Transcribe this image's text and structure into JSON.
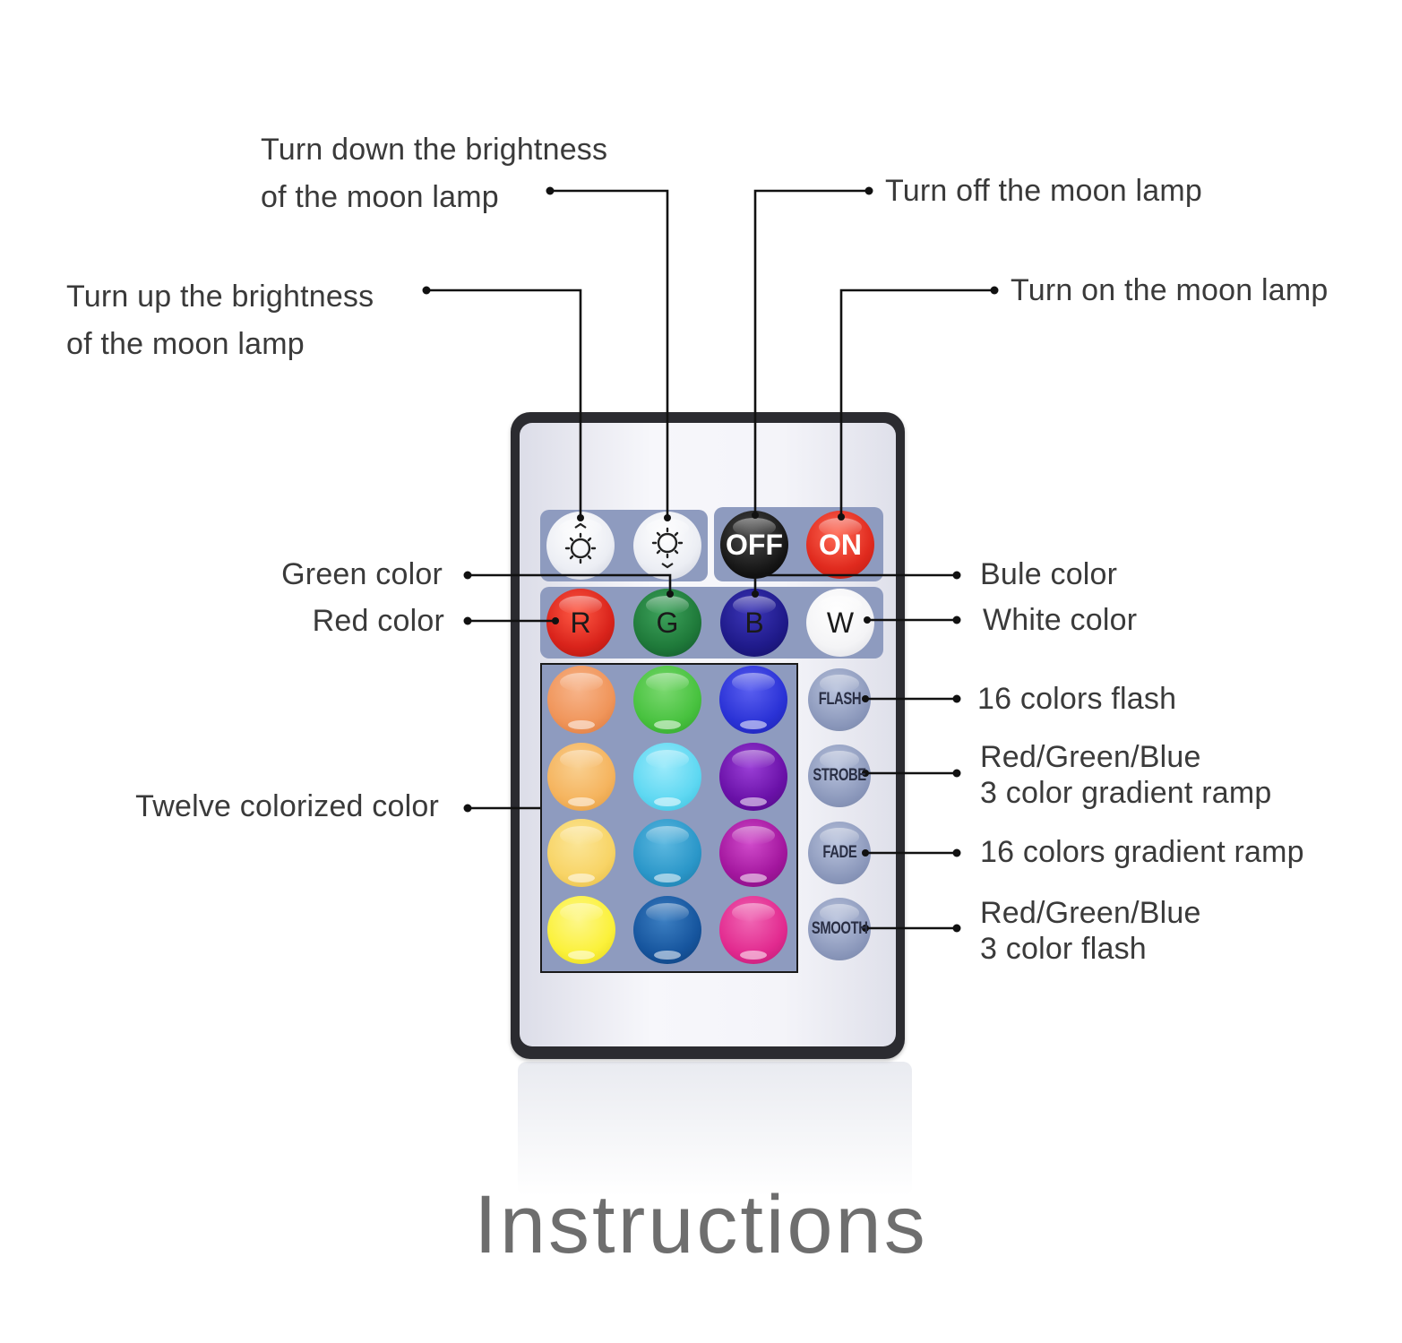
{
  "title": "Instructions",
  "labels": {
    "brightness_down": [
      "Turn down the brightness",
      "of the moon lamp"
    ],
    "brightness_up": [
      "Turn up the brightness",
      "of the moon lamp"
    ],
    "off": "Turn off the moon lamp",
    "on": "Turn on the moon lamp",
    "green": "Green color",
    "red": "Red color",
    "blue": "Bule color",
    "white": "White color",
    "twelve": "Twelve colorized color",
    "flash": "16 colors flash",
    "strobe": [
      "Red/Green/Blue",
      "3 color gradient ramp"
    ],
    "fade": "16 colors gradient ramp",
    "smooth": [
      "Red/Green/Blue",
      "3 color flash"
    ]
  },
  "remote": {
    "buttons": {
      "off": "OFF",
      "on": "ON",
      "r": "R",
      "g": "G",
      "b": "B",
      "w": "W",
      "flash": "FLASH",
      "strobe": "STROBE",
      "fade": "FADE",
      "smooth": "SMOOTH"
    },
    "icons": {
      "brightness_up": "brightness-up-icon",
      "brightness_down": "brightness-down-icon"
    },
    "colors": {
      "r": "#d9231b",
      "g": "#1f7a3a",
      "b": "#1f1a8a",
      "w": "#f7f7f7",
      "off": "#151515",
      "on": "#e02a1e",
      "grid": [
        [
          "#f0955a",
          "#48c23f",
          "#2a32d6"
        ],
        [
          "#f5b45e",
          "#5fd8f2",
          "#6a11a8"
        ],
        [
          "#f8d466",
          "#2b97c9",
          "#a3169e"
        ],
        [
          "#fbf13a",
          "#16559e",
          "#e22a8f"
        ]
      ]
    }
  }
}
